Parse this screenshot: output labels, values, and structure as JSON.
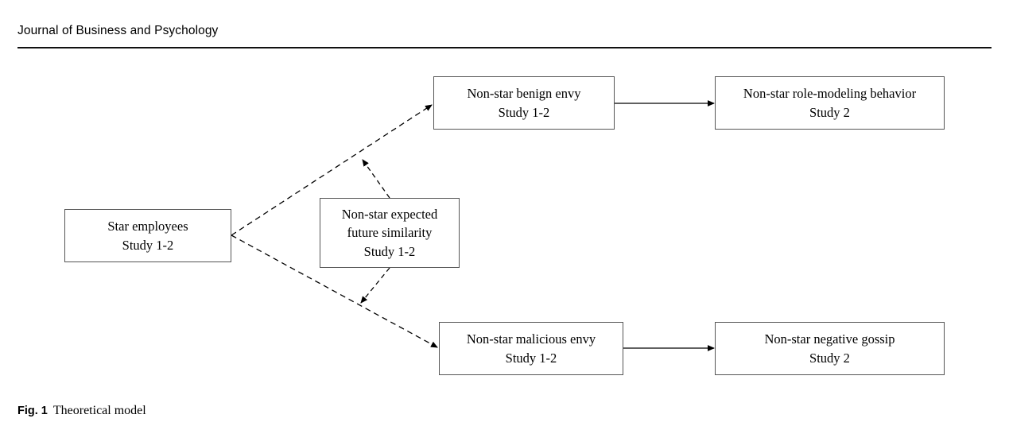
{
  "header": {
    "journal_title": "Journal of Business and Psychology"
  },
  "figure": {
    "caption_label": "Fig. 1",
    "caption_text": "Theoretical model",
    "nodes": {
      "star": {
        "line1": "Star employees",
        "line2": "Study 1-2"
      },
      "benign_envy": {
        "line1": "Non-star benign envy",
        "line2": "Study 1-2"
      },
      "role_modeling": {
        "line1": "Non-star role-modeling behavior",
        "line2": "Study 2"
      },
      "malicious_envy": {
        "line1": "Non-star malicious envy",
        "line2": "Study 1-2"
      },
      "negative_gossip": {
        "line1": "Non-star negative gossip",
        "line2": "Study 2"
      },
      "expected_similarity": {
        "line1": "Non-star expected",
        "line2": "future similarity",
        "line3": "Study 1-2"
      }
    },
    "colors": {
      "box_border": "#555555",
      "connector": "#000000",
      "rule": "#111111",
      "background": "#ffffff"
    }
  }
}
